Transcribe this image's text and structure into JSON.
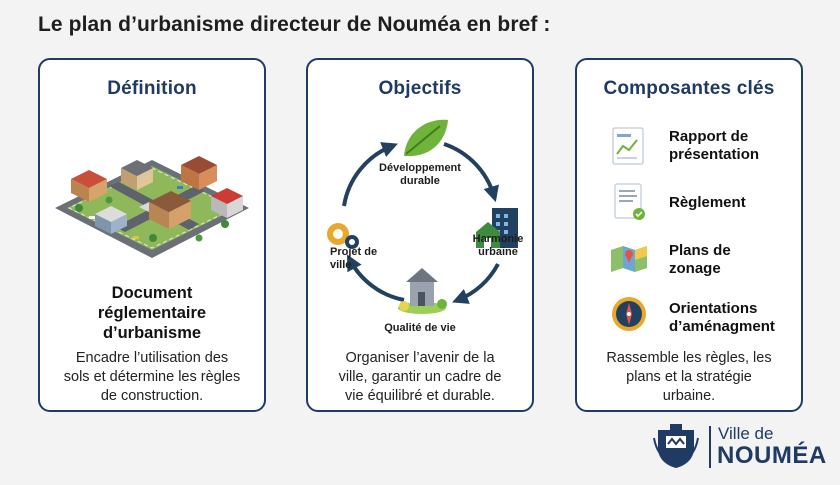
{
  "page": {
    "title": "Le plan d’urbanisme directeur de Nouméa en bref :"
  },
  "definition": {
    "title": "Définition",
    "subtitle": [
      "Document",
      "réglementaire",
      "d’urbanisme"
    ],
    "description": [
      "Encadre l’utilisation des",
      "sols et détermine les règles",
      "de construction."
    ]
  },
  "objectives": {
    "title": "Objectifs",
    "cycle": [
      {
        "label": [
          "Développement",
          "durable"
        ],
        "icon": "leaf-icon"
      },
      {
        "label": [
          "Harmonie",
          "urbaine"
        ],
        "icon": "buildings-icon"
      },
      {
        "label": [
          "Qualité de vie"
        ],
        "icon": "house-icon"
      },
      {
        "label": [
          "Projet de",
          "ville"
        ],
        "icon": "gears-icon"
      }
    ],
    "description": [
      "Organiser l’avenir de la",
      "ville, garantir un cadre de",
      "vie équilibré et durable."
    ]
  },
  "components": {
    "title": "Composantes clés",
    "items": [
      {
        "label": [
          "Rapport de",
          "présentation"
        ],
        "icon": "report-icon"
      },
      {
        "label": [
          "Règlement"
        ],
        "icon": "regulation-document-icon"
      },
      {
        "label": [
          "Plans de",
          "zonage"
        ],
        "icon": "zoning-map-icon"
      },
      {
        "label": [
          "Orientations",
          "d’aménagment"
        ],
        "icon": "compass-icon"
      }
    ],
    "description": [
      "Rassemble les règles, les",
      "plans et la stratégie",
      "urbaine."
    ]
  },
  "logo": {
    "line1": "Ville de",
    "line2": "NOUMÉA"
  },
  "colors": {
    "navy": "#1f3b63",
    "arrow": "#22405f",
    "leaf": "#6fb33a",
    "background": "#f3f3f3"
  }
}
